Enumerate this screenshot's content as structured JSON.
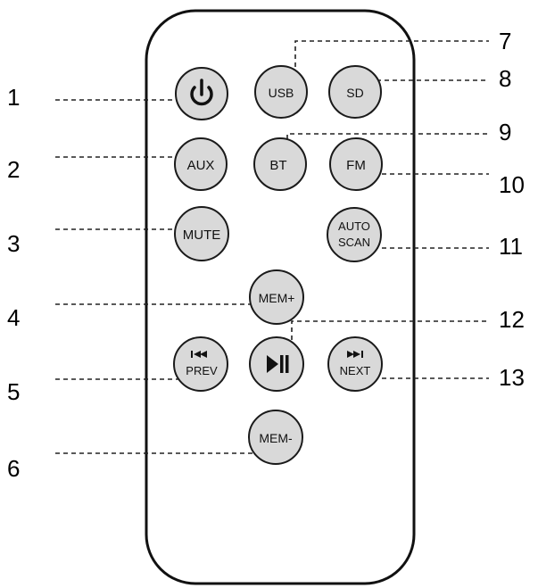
{
  "callout_numbers": [
    "1",
    "2",
    "3",
    "4",
    "5",
    "6",
    "7",
    "8",
    "9",
    "10",
    "11",
    "12",
    "13"
  ],
  "buttons": {
    "usb": "USB",
    "sd": "SD",
    "aux": "AUX",
    "bt": "BT",
    "fm": "FM",
    "mute": "MUTE",
    "auto_scan_line1": "AUTO",
    "auto_scan_line2": "SCAN",
    "mem_plus": "MEM+",
    "prev": "PREV",
    "next": "NEXT",
    "mem_minus": "MEM-"
  },
  "icons": {
    "power": "power-icon",
    "play_pause": "play-pause-icon",
    "prev": "skip-back-icon",
    "next": "skip-forward-icon"
  },
  "colors": {
    "button_fill": "#d9d9d9",
    "outline": "#1a1a1a"
  }
}
